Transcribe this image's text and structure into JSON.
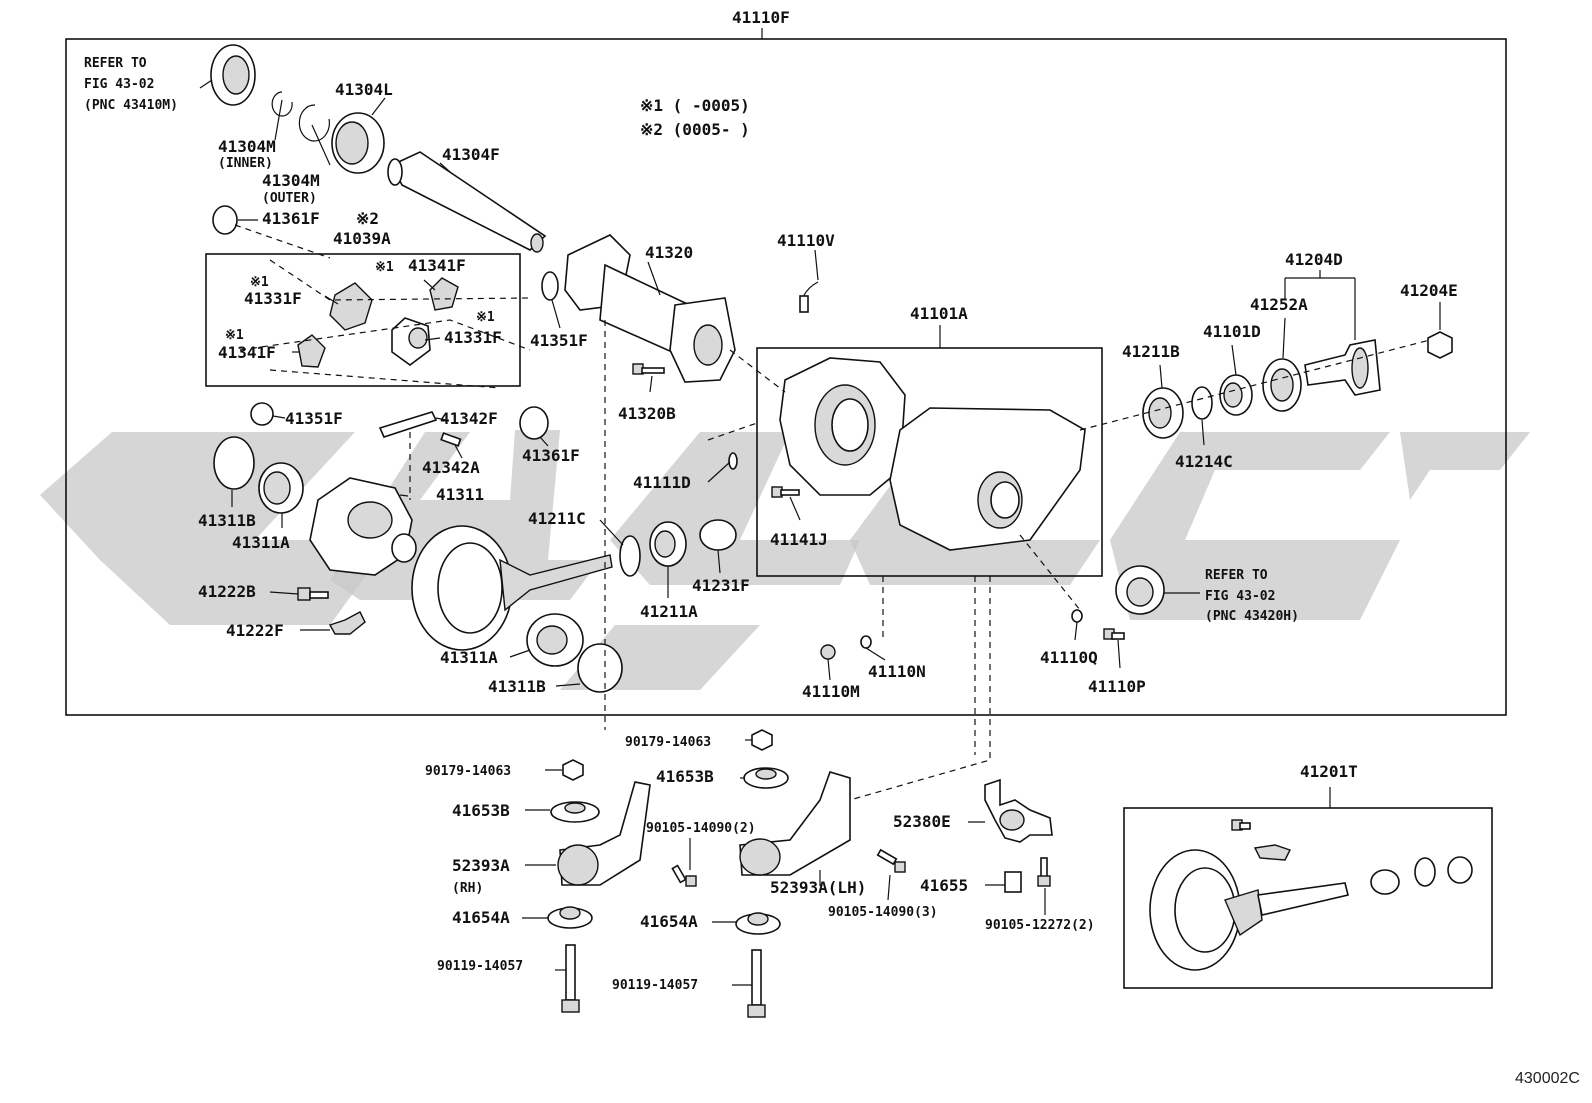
{
  "figure_code": "430002C",
  "assembly": {
    "main": "41110F",
    "gear_kit": "41201T"
  },
  "notes": {
    "n1": "※1  (      -0005)",
    "n2": "※2  (0005-      )",
    "refer1": [
      "REFER TO",
      "FIG 43-02",
      "(PNC 43410M)"
    ],
    "refer2": [
      "REFER TO",
      "FIG 43-02",
      "(PNC 43420H)"
    ]
  },
  "labels": {
    "p41304L": "41304L",
    "p41304M_in": "41304M",
    "inner": "(INNER)",
    "p41304M_out": "41304M",
    "outer": "(OUTER)",
    "p41304F": "41304F",
    "p41361F_a": "41361F",
    "mark2": "※2",
    "p41039A": "41039A",
    "mark1a": "※1",
    "p41341F_a": "41341F",
    "mark1b": "※1",
    "p41331F_a": "41331F",
    "mark1c": "※1",
    "p41331F_b": "41331F",
    "mark1d": "※1",
    "p41341F_b": "41341F",
    "p41351F_a": "41351F",
    "p41320": "41320",
    "p41351F_b": "41351F",
    "p41342F": "41342F",
    "p41361F_b": "41361F",
    "p41342A": "41342A",
    "p41311": "41311",
    "p41311B_a": "41311B",
    "p41311A_a": "41311A",
    "p41222B": "41222B",
    "p41222F": "41222F",
    "p41311A_b": "41311A",
    "p41311B_b": "41311B",
    "p41320B": "41320B",
    "p41111D": "41111D",
    "p41211C": "41211C",
    "p41211A": "41211A",
    "p41231F": "41231F",
    "p41110V": "41110V",
    "p41101A": "41101A",
    "p41141J": "41141J",
    "p41110M": "41110M",
    "p41110N": "41110N",
    "p41110Q": "41110Q",
    "p41110P": "41110P",
    "p41211B": "41211B",
    "p41214C": "41214C",
    "p41101D": "41101D",
    "p41252A": "41252A",
    "p41204D": "41204D",
    "p41204E": "41204E",
    "p90179_a": "90179-14063",
    "p90179_b": "90179-14063",
    "p41653B_a": "41653B",
    "p41653B_b": "41653B",
    "p90105_14090_2": "90105-14090(2)",
    "p52393A_rh": "52393A",
    "rh": "(RH)",
    "p52393A_lh": "52393A(LH)",
    "p90105_14090_3": "90105-14090(3)",
    "p41654A_a": "41654A",
    "p41654A_b": "41654A",
    "p90119_a": "90119-14057",
    "p90119_b": "90119-14057",
    "p52380E": "52380E",
    "p41655": "41655",
    "p90105_12272": "90105-12272(2)"
  },
  "colors": {
    "line": "#111111",
    "watermark": "#c8c8c8",
    "part_shade": "#d9d9d9"
  }
}
